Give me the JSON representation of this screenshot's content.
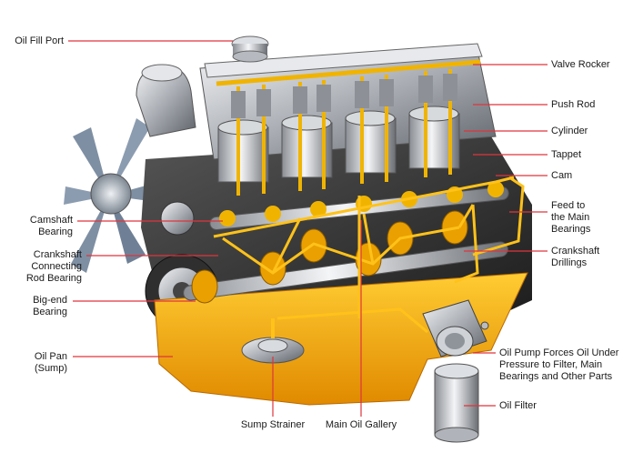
{
  "diagram": {
    "labels": {
      "oil_fill_port": "Oil Fill Port",
      "valve_rocker": "Valve Rocker",
      "push_rod": "Push Rod",
      "cylinder": "Cylinder",
      "tappet": "Tappet",
      "cam": "Cam",
      "feed_main_bearings_1": "Feed to",
      "feed_main_bearings_2": "the Main",
      "feed_main_bearings_3": "Bearings",
      "crankshaft_drillings_1": "Crankshaft",
      "crankshaft_drillings_2": "Drillings",
      "camshaft_bearing_1": "Camshaft",
      "camshaft_bearing_2": "Bearing",
      "crank_conn_rod_1": "Crankshaft",
      "crank_conn_rod_2": "Connecting",
      "crank_conn_rod_3": "Rod Bearing",
      "big_end_1": "Big-end",
      "big_end_2": "Bearing",
      "oil_pan_1": "Oil Pan",
      "oil_pan_2": "(Sump)",
      "oil_pump_1": "Oil Pump Forces Oil Under",
      "oil_pump_2": "Pressure to Filter, Main",
      "oil_pump_3": "Bearings and Other Parts",
      "oil_filter": "Oil Filter",
      "sump_strainer": "Sump Strainer",
      "main_oil_gallery": "Main Oil Gallery"
    },
    "colors": {
      "leader": "#e0343c",
      "oil": "#f0a400",
      "oil_light": "#ffd040",
      "engine_dark": "#2b2b2b",
      "metal": "#b8bcc2"
    }
  }
}
